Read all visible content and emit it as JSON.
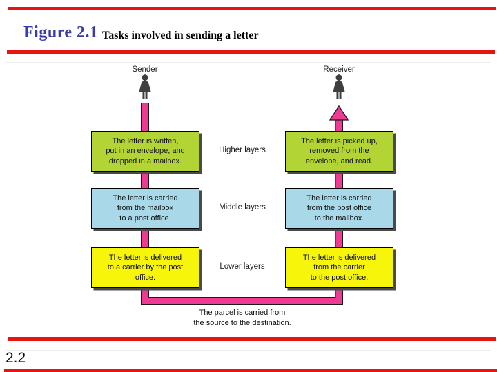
{
  "header": {
    "figure_label": "Figure 2.1",
    "figure_title": "Tasks involved in sending a letter"
  },
  "footer": {
    "page_number": "2.2"
  },
  "diagram": {
    "sender_label": "Sender",
    "receiver_label": "Receiver",
    "rows": [
      {
        "layer_label": "Higher layers",
        "left_text": "The letter is written,\nput in an envelope, and\ndropped in a mailbox.",
        "right_text": "The letter is picked up,\nremoved from the\nenvelope, and read.",
        "fill": "#b3d435"
      },
      {
        "layer_label": "Middle layers",
        "left_text": "The letter is carried\nfrom the mailbox\nto a post office.",
        "right_text": "The letter is carried\nfrom the post office\nto the mailbox.",
        "fill": "#a9d9e9"
      },
      {
        "layer_label": "Lower layers",
        "left_text": "The letter is delivered\nto a carrier by the post\noffice.",
        "right_text": "The letter is delivered\nfrom the carrier\nto the post office.",
        "fill": "#f7f50a"
      }
    ],
    "bottom_caption": "The parcel is carried from\nthe source to the destination."
  },
  "colors": {
    "accent_red": "#e8130f",
    "connector_pink": "#ee3a93",
    "figure_label_blue": "#3b3ba6",
    "box_shadow": "#4a4a4a",
    "person_gray": "#3f3f3f"
  }
}
